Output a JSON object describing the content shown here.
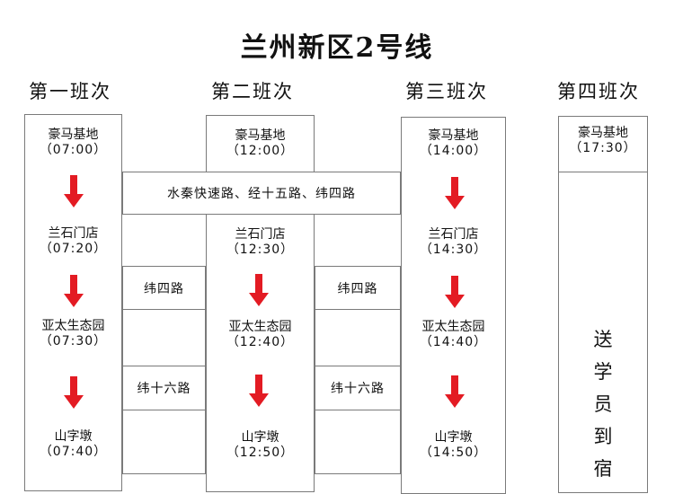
{
  "title": "兰州新区2号线",
  "shifts": [
    {
      "label": "第一班次",
      "stops": [
        {
          "name": "豪马基地",
          "time": "（07:00）"
        },
        {
          "name": "兰石门店",
          "time": "（07:20）"
        },
        {
          "name": "亚太生态园",
          "time": "（07:30）"
        },
        {
          "name": "山字墩",
          "time": "（07:40）"
        }
      ]
    },
    {
      "label": "第二班次",
      "stops": [
        {
          "name": "豪马基地",
          "time": "（12:00）"
        },
        {
          "name": "兰石门店",
          "time": "（12:30）"
        },
        {
          "name": "亚太生态园",
          "time": "（12:40）"
        },
        {
          "name": "山字墩",
          "time": "（12:50）"
        }
      ]
    },
    {
      "label": "第三班次",
      "stops": [
        {
          "name": "豪马基地",
          "time": "（14:00）"
        },
        {
          "name": "兰石门店",
          "time": "（14:30）"
        },
        {
          "name": "亚太生态园",
          "time": "（14:40）"
        },
        {
          "name": "山字墩",
          "time": "（14:50）"
        }
      ]
    },
    {
      "label": "第四班次",
      "stops": [
        {
          "name": "豪马基地",
          "time": "（17:30）"
        }
      ],
      "note": [
        "送",
        "学",
        "员",
        "到",
        "宿"
      ]
    }
  ],
  "roads": {
    "main": "水秦快速路、经十五路、纬四路",
    "left_1": "纬四路",
    "left_2": "纬十六路",
    "right_1": "纬四路",
    "right_2": "纬十六路"
  },
  "colors": {
    "arrow": "#e31b23",
    "border": "#7a7a7a"
  }
}
